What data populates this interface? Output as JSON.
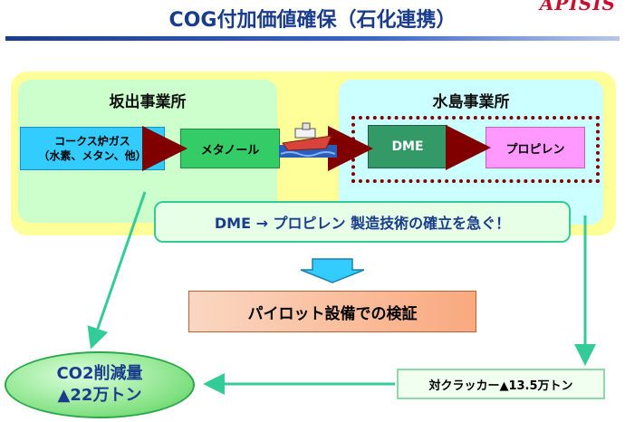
{
  "header": {
    "title": "COG付加価値確保（石化連携）",
    "logo": "APISIS"
  },
  "sites": {
    "sakaide": "坂出事業所",
    "mizushima": "水島事業所"
  },
  "nodes": {
    "coke_gas_line1": "コークス炉ガス",
    "coke_gas_line2": "（水素、メタン、他）",
    "methanol": "メタノール",
    "dme": "DME",
    "propylene": "プロピレン",
    "goal": "DME → プロピレン 製造技術の確立を急ぐ！",
    "pilot": "パイロット設備での検証",
    "co2_prefix": "CO",
    "co2_sub": "2",
    "co2_suffix": "削減量",
    "co2_value": "▲22万トン",
    "cracker": "対クラッカー▲13.5万トン"
  },
  "colors": {
    "title": "#1a3c8c",
    "logo": "#c8102e",
    "outer": "#ffff99",
    "sakaide_bg": "#ccffcc",
    "mizushima_bg": "#ccffff",
    "arrow_dark": "#800000",
    "arrow_teal": "#33cc99"
  },
  "icons": {
    "ship": "ship-icon"
  }
}
